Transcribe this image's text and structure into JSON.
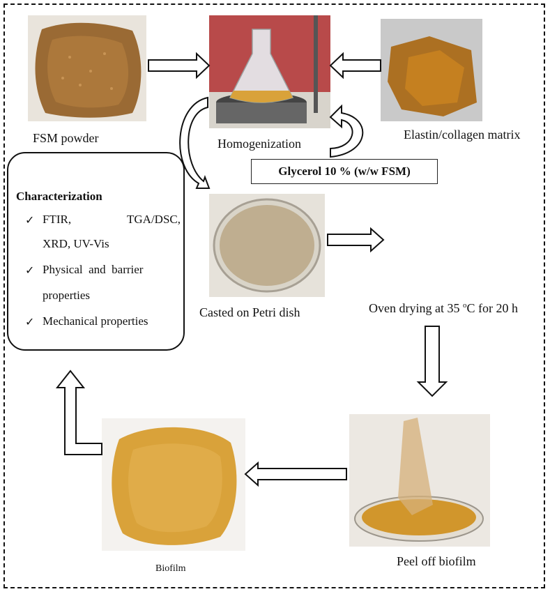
{
  "steps": {
    "fsm_powder": "FSM powder",
    "homogenization": "Homogenization",
    "elastin": "Elastin/collagen matrix",
    "glycerol": "Glycerol 10 % (w/w FSM)",
    "casted": "Casted on Petri dish",
    "oven_prefix": "Oven drying at 35 ",
    "oven_sup": "o",
    "oven_suffix": "C for 20 h",
    "peel": "Peel off biofilm",
    "biofilm": "Biofilm"
  },
  "characterization": {
    "title": "Characterization",
    "item1_a": "FTIR,",
    "item1_b": "TGA/DSC,",
    "item1_c": "XRD, UV-Vis",
    "item2_a": "Physical  and  barrier",
    "item2_b": "properties",
    "item3": "Mechanical properties",
    "check": "✓"
  },
  "colors": {
    "powder": "#9a6a34",
    "film": "#d9a23a",
    "petri": "#bfae90"
  }
}
